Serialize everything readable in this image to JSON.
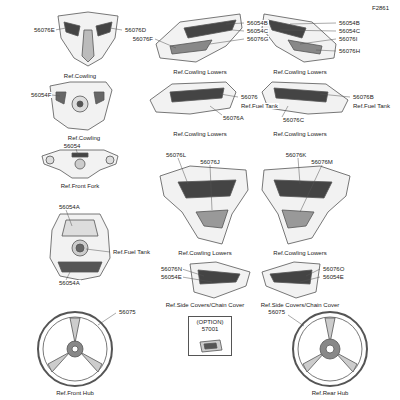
{
  "diagram": {
    "nodes": [
      {
        "text": [
          "(OPTION)",
          "57001"
        ]
      }
    ],
    "labels": [
      "F2861",
      "56076E",
      "56076D",
      "Ref.Cowling",
      "56054F",
      "Ref.Cowling",
      "56054",
      "Ref.Front Fork",
      "56054A",
      "Ref.Fuel Tank",
      "56054A",
      "56075",
      "Ref.Front Hub",
      "56054B",
      "56054C",
      "56076G",
      "56076F",
      "Ref.Cowling Lowers",
      "56054B",
      "56054C",
      "56076I",
      "56076H",
      "Ref.Cowling Lowers",
      "56076",
      "Ref.Fuel Tank",
      "56076A",
      "56076B",
      "Ref.Fuel Tank",
      "56076C",
      "Ref.Cowling Lowers",
      "Ref.Cowling Lowers",
      "56076L",
      "56076J",
      "Ref.Cowling Lowers",
      "56076K",
      "56076M",
      "Ref.Cowling Lowers",
      "56076N",
      "56054E",
      "Ref.Side Covers/Chain Cover",
      "56076O",
      "56054E",
      "Ref.Side Covers/Chain Cover",
      "56075",
      "Ref.Rear Hub"
    ]
  }
}
